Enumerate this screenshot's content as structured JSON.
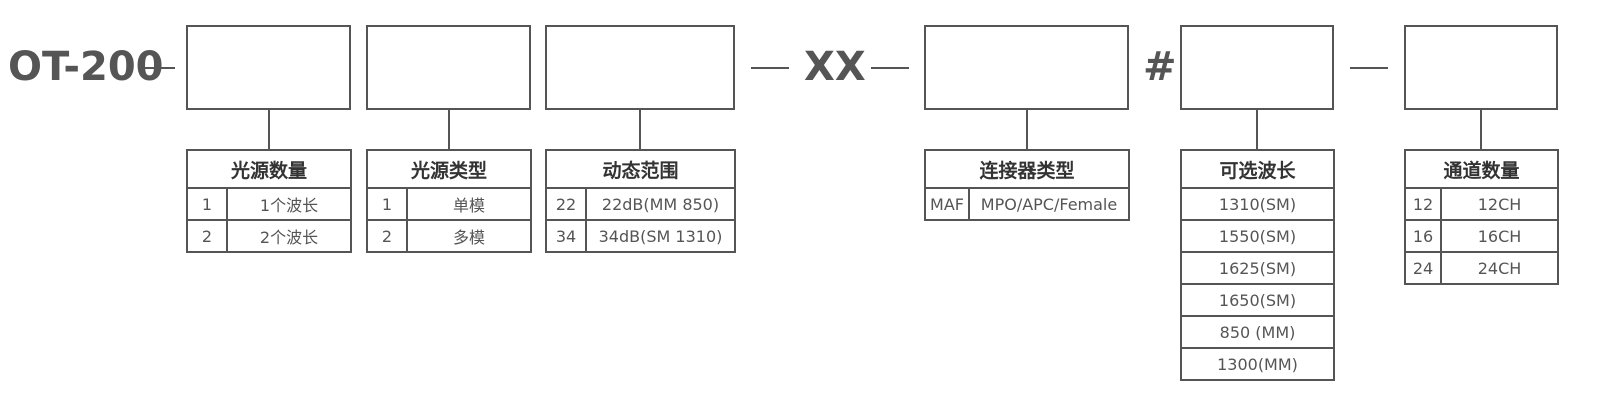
{
  "model_prefix": "OT-200",
  "separators": {
    "dash": "—",
    "xx": "XX",
    "hash": "#"
  },
  "tables": {
    "light_source_count": {
      "header": "光源数量",
      "rows": [
        {
          "code": "1",
          "label": "1个波长"
        },
        {
          "code": "2",
          "label": "2个波长"
        }
      ]
    },
    "light_source_type": {
      "header": "光源类型",
      "rows": [
        {
          "code": "1",
          "label": "单模"
        },
        {
          "code": "2",
          "label": "多模"
        }
      ]
    },
    "dynamic_range": {
      "header": "动态范围",
      "rows": [
        {
          "code": "22",
          "label": "22dB(MM 850)"
        },
        {
          "code": "34",
          "label": "34dB(SM 1310)"
        }
      ]
    },
    "connector_type": {
      "header": "连接器类型",
      "rows": [
        {
          "code": "MAF",
          "label": "MPO/APC/Female"
        }
      ]
    },
    "wavelength_options": {
      "header": "可选波长",
      "rows": [
        "1310(SM)",
        "1550(SM)",
        "1625(SM)",
        "1650(SM)",
        "850 (MM)",
        "1300(MM)"
      ]
    },
    "channel_count": {
      "header": "通道数量",
      "rows": [
        {
          "code": "12",
          "label": "12CH"
        },
        {
          "code": "16",
          "label": "16CH"
        },
        {
          "code": "24",
          "label": "24CH"
        }
      ]
    }
  }
}
